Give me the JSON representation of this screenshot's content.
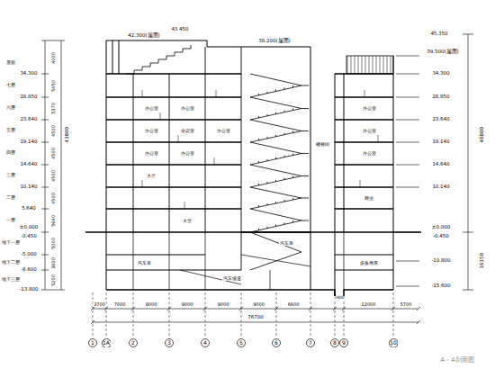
{
  "diagram": {
    "title": "A－A剖面图",
    "nodes": [
      {
        "text": [
          "1"
        ]
      },
      {
        "text": [
          "1A"
        ]
      },
      {
        "text": [
          "2"
        ]
      },
      {
        "text": [
          "3"
        ]
      },
      {
        "text": [
          "4"
        ]
      },
      {
        "text": [
          "5"
        ]
      },
      {
        "text": [
          "6"
        ]
      },
      {
        "text": [
          "7"
        ]
      },
      {
        "text": [
          "8"
        ]
      },
      {
        "text": [
          "9"
        ]
      },
      {
        "text": [
          "10"
        ]
      }
    ],
    "labels": [
      "43.450",
      "42.300(屋面)",
      "38.200(屋面)",
      "45.350",
      "39.500(屋面)",
      "34.300",
      "28.850",
      "23.640",
      "19.140",
      "14.640",
      "10.140",
      "5.640",
      "±0.000",
      "-0.450",
      "-5.000",
      "-8.600",
      "-13.800",
      "34.300",
      "28.850",
      "23.640",
      "19.140",
      "14.640",
      "10.140",
      "±0.000",
      "-0.450",
      "-10.800",
      "-15.600",
      "屋面",
      "七层",
      "六层",
      "五层",
      "四层",
      "三层",
      "二层",
      "一层",
      "地下一层",
      "地下二层",
      "地下三层",
      "4000",
      "5450",
      "5370",
      "4500",
      "4500",
      "4500",
      "4500",
      "5640",
      "5000",
      "3600",
      "5200",
      "43800",
      "46800",
      "16150",
      "3700",
      "7000",
      "8000",
      "9000",
      "9000",
      "9000",
      "6600",
      "2400",
      "12000",
      "5700",
      "76700",
      "办公室",
      "办公室",
      "办公室",
      "办公室",
      "会议室",
      "办公室",
      "办公室",
      "大厅",
      "大堂",
      "楼梯间",
      "办公室",
      "办公室",
      "办公室",
      "商业",
      "汽车库",
      "汽车坡道",
      "设备用房",
      "汽车库"
    ]
  }
}
